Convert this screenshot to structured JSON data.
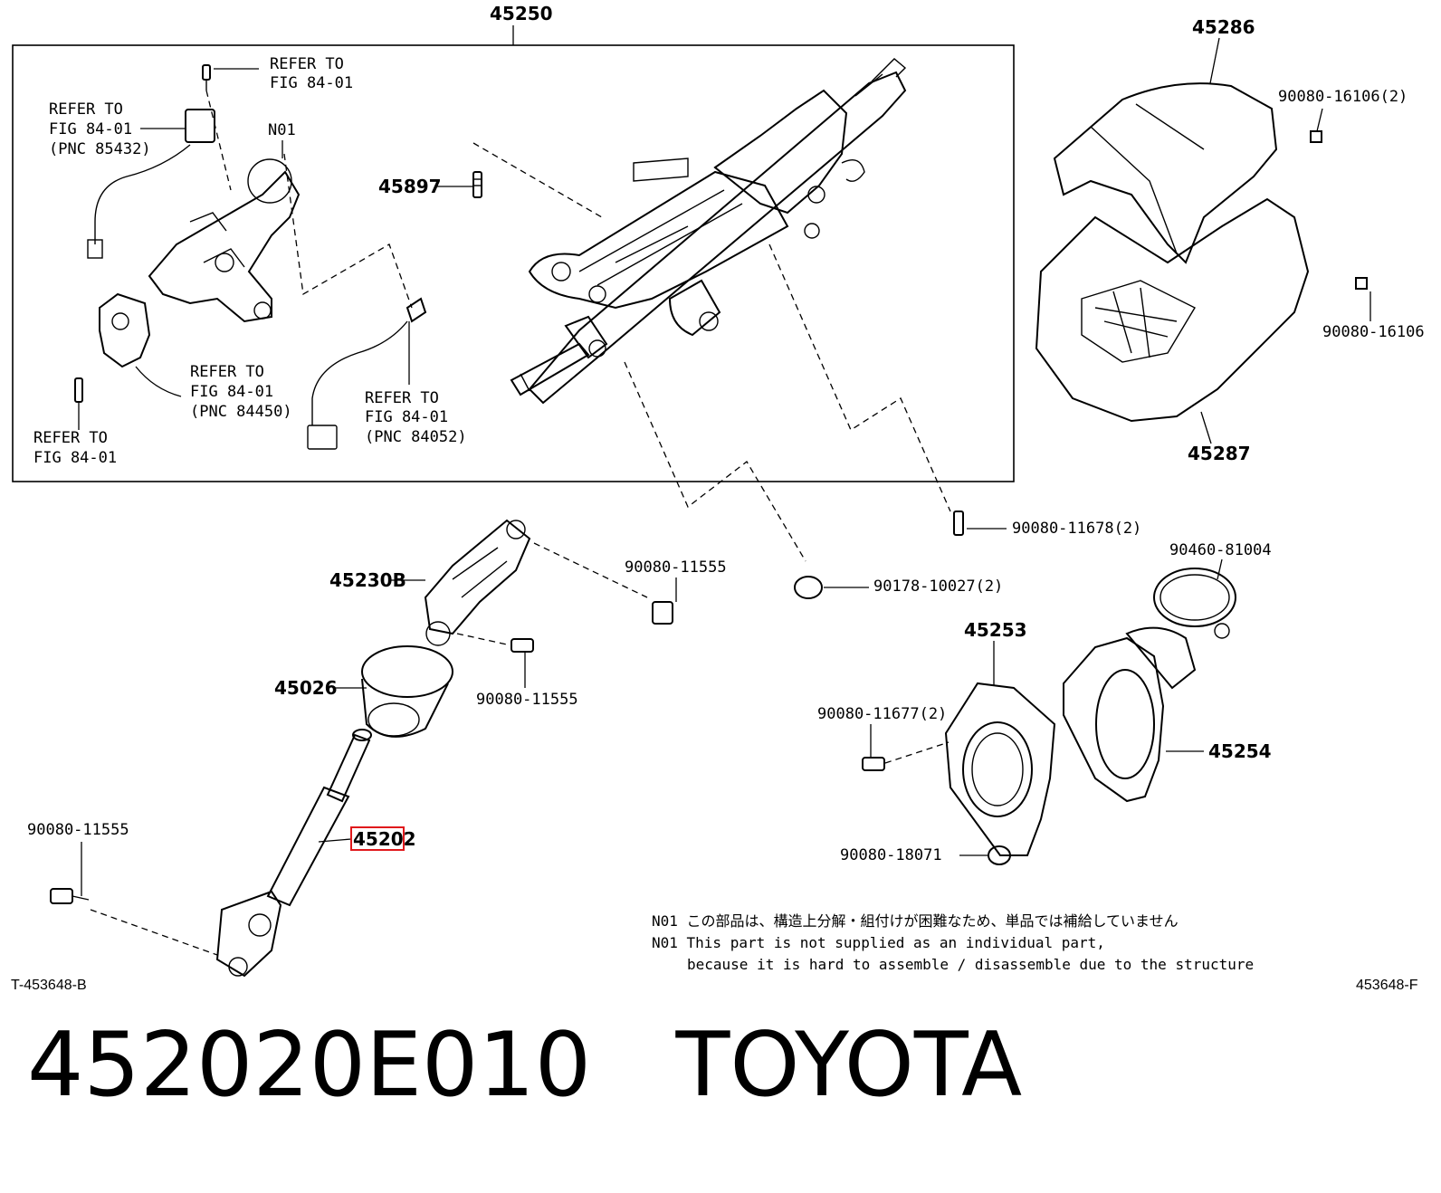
{
  "frame_label": "45250",
  "callouts": [
    {
      "id": "45250",
      "text": "45250"
    },
    {
      "id": "45286",
      "text": "45286"
    },
    {
      "id": "45287",
      "text": "45287"
    },
    {
      "id": "45897",
      "text": "45897"
    },
    {
      "id": "45230B",
      "text": "45230B"
    },
    {
      "id": "45026",
      "text": "45026"
    },
    {
      "id": "45202",
      "text": "45202"
    },
    {
      "id": "45253",
      "text": "45253"
    },
    {
      "id": "45254",
      "text": "45254"
    },
    {
      "id": "N01",
      "text": "N01"
    }
  ],
  "fasteners": [
    {
      "id": "f1",
      "text": "90080-16106(2)"
    },
    {
      "id": "f2",
      "text": "90080-16106"
    },
    {
      "id": "f3",
      "text": "90080-11678(2)"
    },
    {
      "id": "f4",
      "text": "90080-11555"
    },
    {
      "id": "f5",
      "text": "90178-10027(2)"
    },
    {
      "id": "f6",
      "text": "90460-81004"
    },
    {
      "id": "f7",
      "text": "90080-11555"
    },
    {
      "id": "f8",
      "text": "90080-11677(2)"
    },
    {
      "id": "f9",
      "text": "90080-18071"
    },
    {
      "id": "f10",
      "text": "90080-11555"
    }
  ],
  "references": [
    {
      "id": "r1",
      "lines": [
        "REFER TO",
        "FIG 84-01"
      ]
    },
    {
      "id": "r2",
      "lines": [
        "REFER TO",
        "FIG 84-01",
        "(PNC 85432)"
      ]
    },
    {
      "id": "r3",
      "lines": [
        "REFER TO",
        "FIG 84-01",
        "(PNC 84450)"
      ]
    },
    {
      "id": "r4",
      "lines": [
        "REFER TO",
        "FIG 84-01"
      ]
    },
    {
      "id": "r5",
      "lines": [
        "REFER TO",
        "FIG 84-01",
        "(PNC 84052)"
      ]
    }
  ],
  "notes": {
    "jp": "N01 この部品は、構造上分解・組付けが困難なため、単品では補給していません",
    "en1": "N01 This part is not supplied as an individual part,",
    "en2": "because it is hard to assemble / disassemble due to the structure"
  },
  "codes": {
    "left": "T-453648-B",
    "right": "453648-F"
  },
  "highlighted_part": "45202",
  "caption": {
    "part_number": "452020E010",
    "brand": "TOYOTA"
  },
  "colors": {
    "highlight": "#e0191c",
    "ink": "#000000",
    "background": "#ffffff"
  }
}
